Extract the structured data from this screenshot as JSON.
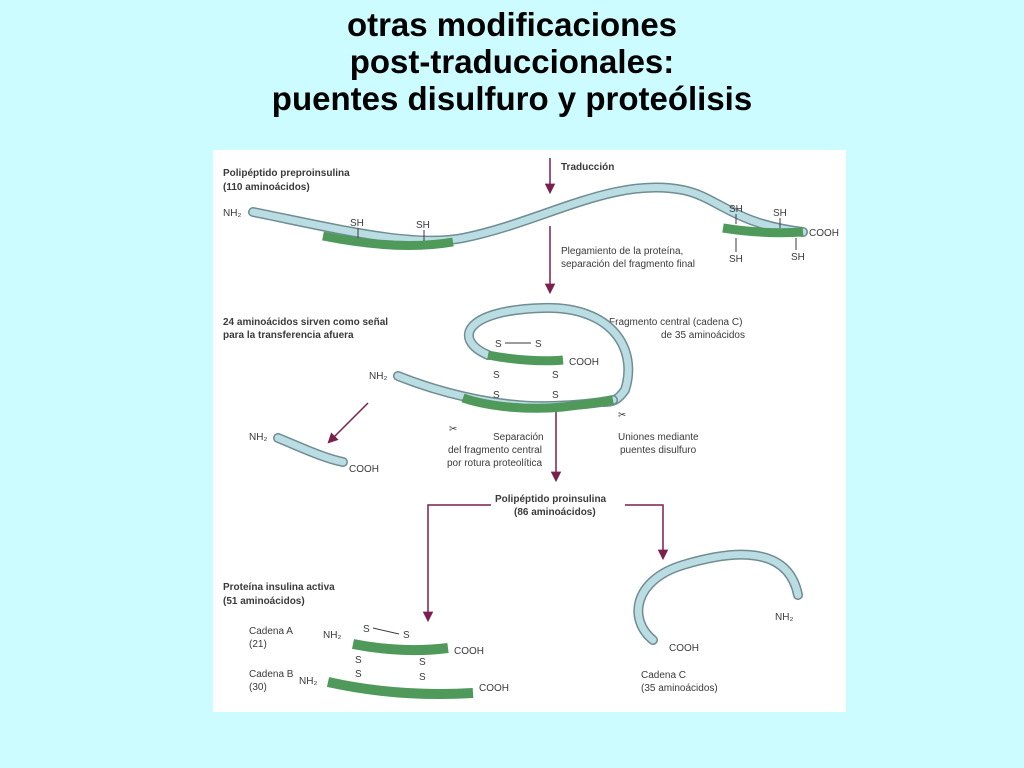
{
  "title": {
    "line1": "otras modificaciones",
    "line2": "post-traduccionales:",
    "line3": "puentes disulfuro y proteólisis"
  },
  "labels": {
    "preproinsulin_name": "Polipéptido preproinsulina",
    "preproinsulin_count": "(110 aminoácidos)",
    "translation": "Traducción",
    "folding_1": "Plegamiento de la proteína,",
    "folding_2": "separación del fragmento final",
    "signal_1": "24 aminoácidos sirven como señal",
    "signal_2": "para la transferencia afuera",
    "central_fragment_1": "Fragmento central (cadena C)",
    "central_fragment_2": "de 35 aminoácidos",
    "separation_1": "Separación",
    "separation_2": "del fragmento central",
    "separation_3": "por rotura proteolítica",
    "disulfide_1": "Uniones mediante",
    "disulfide_2": "puentes disulfuro",
    "proinsulin_name": "Polipéptido proinsulina",
    "proinsulin_count": "(86 aminoácidos)",
    "active_insulin_name": "Proteína insulina activa",
    "active_insulin_count": "(51 aminoácidos)",
    "chain_a_name": "Cadena A",
    "chain_a_count": "(21)",
    "chain_b_name": "Cadena B",
    "chain_b_count": "(30)",
    "chain_c_name": "Cadena C",
    "chain_c_count": "(35 aminoácidos)"
  },
  "chem": {
    "nh2": "NH₂",
    "cooh": "COOH",
    "sh": "SH",
    "s": "S"
  },
  "colors": {
    "background": "#ccfcff",
    "green_segment": "#4f9a5a",
    "blue_segment": "#b9dde2",
    "arrow": "#7a1f4e",
    "text": "#3a3a3a"
  }
}
